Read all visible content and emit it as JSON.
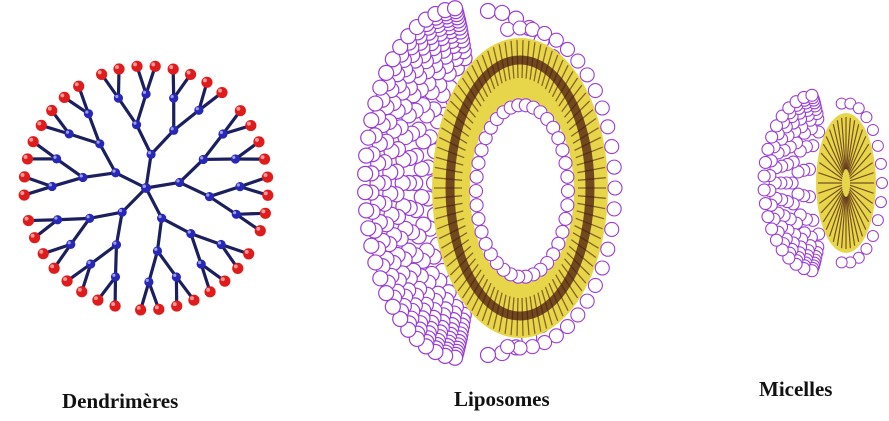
{
  "captions": {
    "dendrimeres": "Dendrimères",
    "liposomes": "Liposomes",
    "micelles": "Micelles"
  },
  "colors": {
    "dendrimer_branch": "#1c1f5e",
    "dendrimer_node": "#2727b8",
    "dendrimer_terminal": "#e01b1b",
    "headgroup_outline": "#9a3dd6",
    "lipid_tail": "#e8d64a",
    "lipid_core": "#4a1a12",
    "text": "#111111"
  }
}
